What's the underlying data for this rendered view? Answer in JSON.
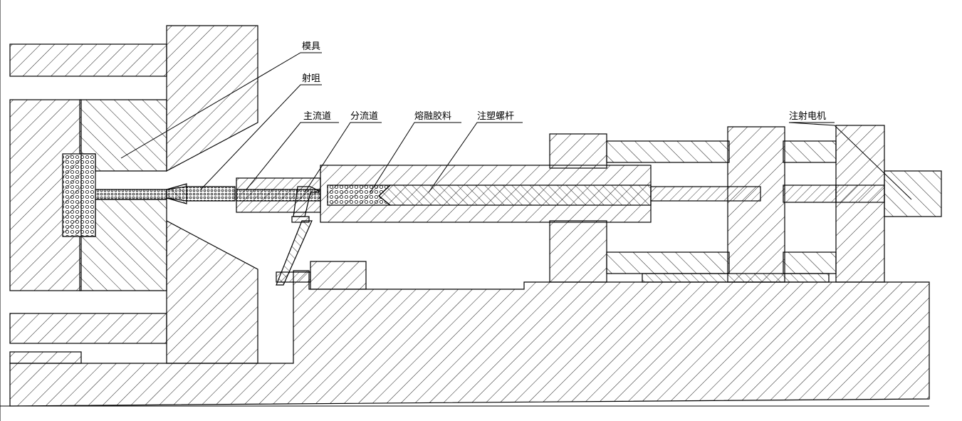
{
  "labels": {
    "mold": "模具",
    "nozzle": "射咀",
    "main_runner": "主流道",
    "sub_runner": "分流道",
    "melt": "熔融胶料",
    "screw": "注塑螺杆",
    "motor": "注射电机"
  }
}
